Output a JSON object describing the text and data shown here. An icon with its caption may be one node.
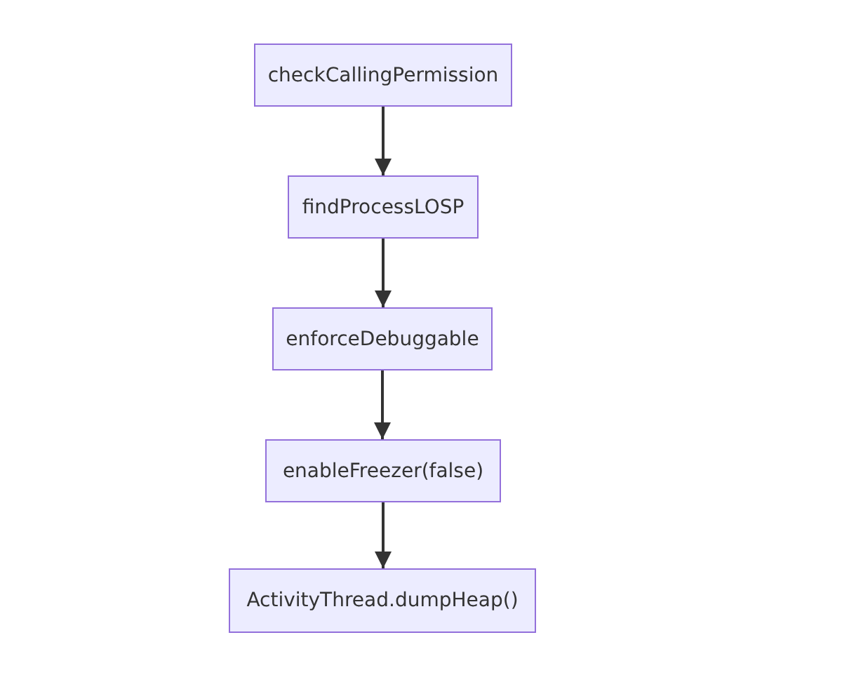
{
  "diagram": {
    "nodes": [
      {
        "text": [
          "checkCallingPermission"
        ]
      },
      {
        "text": [
          "findProcessLOSP"
        ]
      },
      {
        "text": [
          "enforceDebuggable"
        ]
      },
      {
        "text": [
          "enableFreezer(false)"
        ]
      },
      {
        "text": [
          "ActivityThread.dumpHeap()"
        ]
      }
    ],
    "edges": [
      {
        "from": 0,
        "to": 1,
        "arrow": "to"
      },
      {
        "from": 1,
        "to": 2,
        "arrow": "to"
      },
      {
        "from": 2,
        "to": 3,
        "arrow": "to"
      },
      {
        "from": 3,
        "to": 4,
        "arrow": "to"
      }
    ]
  }
}
